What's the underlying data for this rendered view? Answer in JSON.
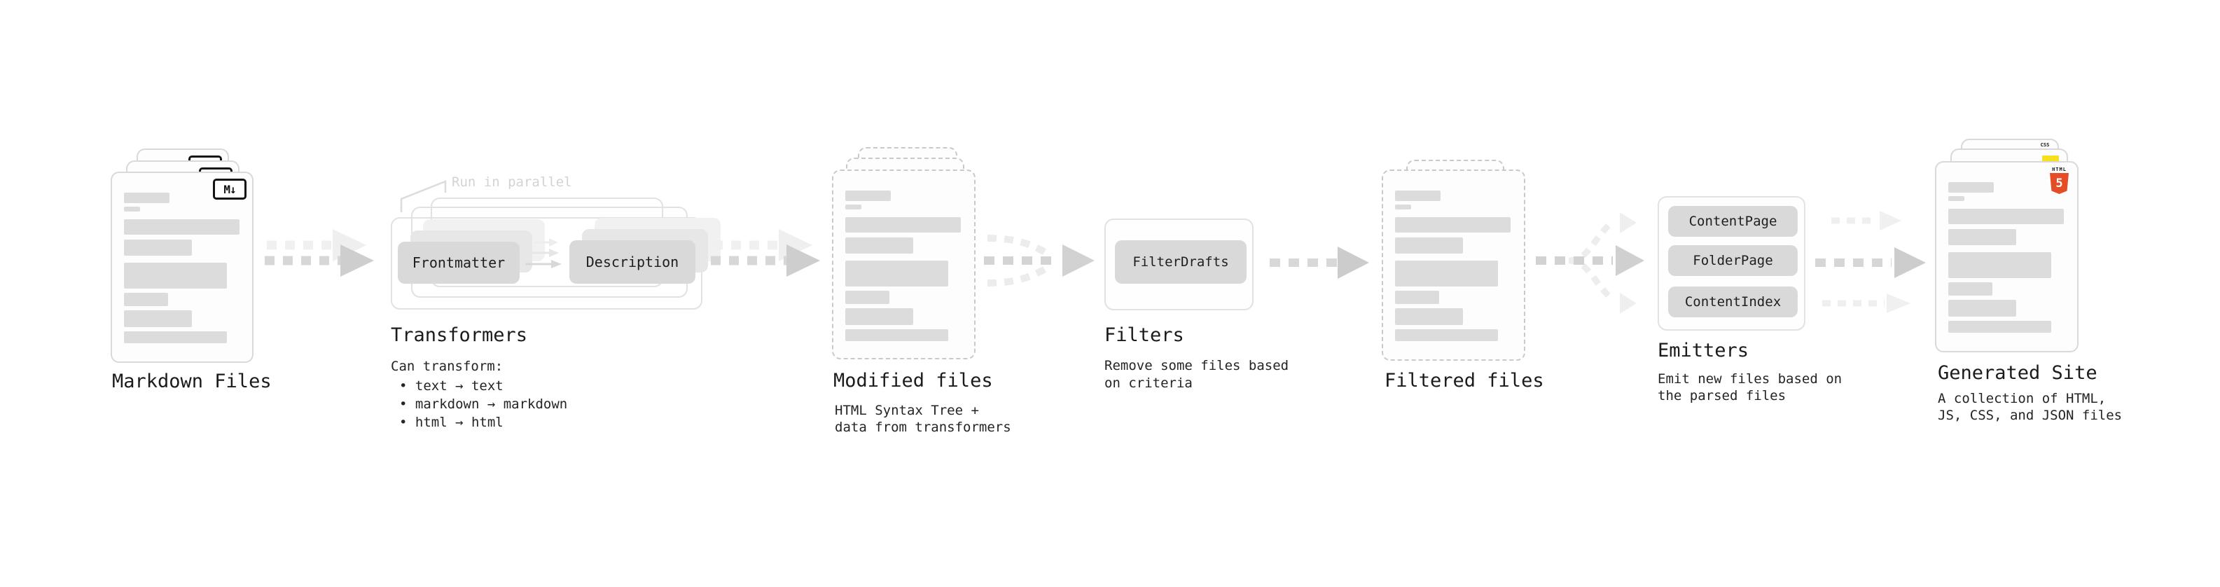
{
  "diagram": {
    "markdown_files": {
      "title": "Markdown Files",
      "badge": "M↓"
    },
    "transformers": {
      "title": "Transformers",
      "annotation": "Run in parallel",
      "node_a": "Frontmatter",
      "node_b": "Description",
      "desc_heading": "Can transform:",
      "bullets": [
        "• text → text",
        "• markdown → markdown",
        "• html → html"
      ]
    },
    "modified_files": {
      "title": "Modified files",
      "desc": "HTML Syntax Tree +\ndata from transformers"
    },
    "filters": {
      "title": "Filters",
      "node": "FilterDrafts",
      "desc": "Remove some files based\non criteria"
    },
    "filtered_files": {
      "title": "Filtered files"
    },
    "emitters": {
      "title": "Emitters",
      "nodes": [
        "ContentPage",
        "FolderPage",
        "ContentIndex"
      ],
      "desc": "Emit new files based on\nthe parsed files"
    },
    "generated_site": {
      "title": "Generated Site",
      "desc": "A collection of HTML,\nJS, CSS, and JSON files",
      "css_badge": "CSS",
      "html_badge_text": "HTML",
      "html_badge_number": "5"
    }
  },
  "colors": {
    "html5_orange": "#e44d26",
    "js_yellow": "#f7df1e",
    "css_blue": "#2c66e8",
    "placeholder_gray": "#dcdcdc",
    "node_gray": "#d9d9d9",
    "annotation_gray": "#d3d3d3"
  }
}
